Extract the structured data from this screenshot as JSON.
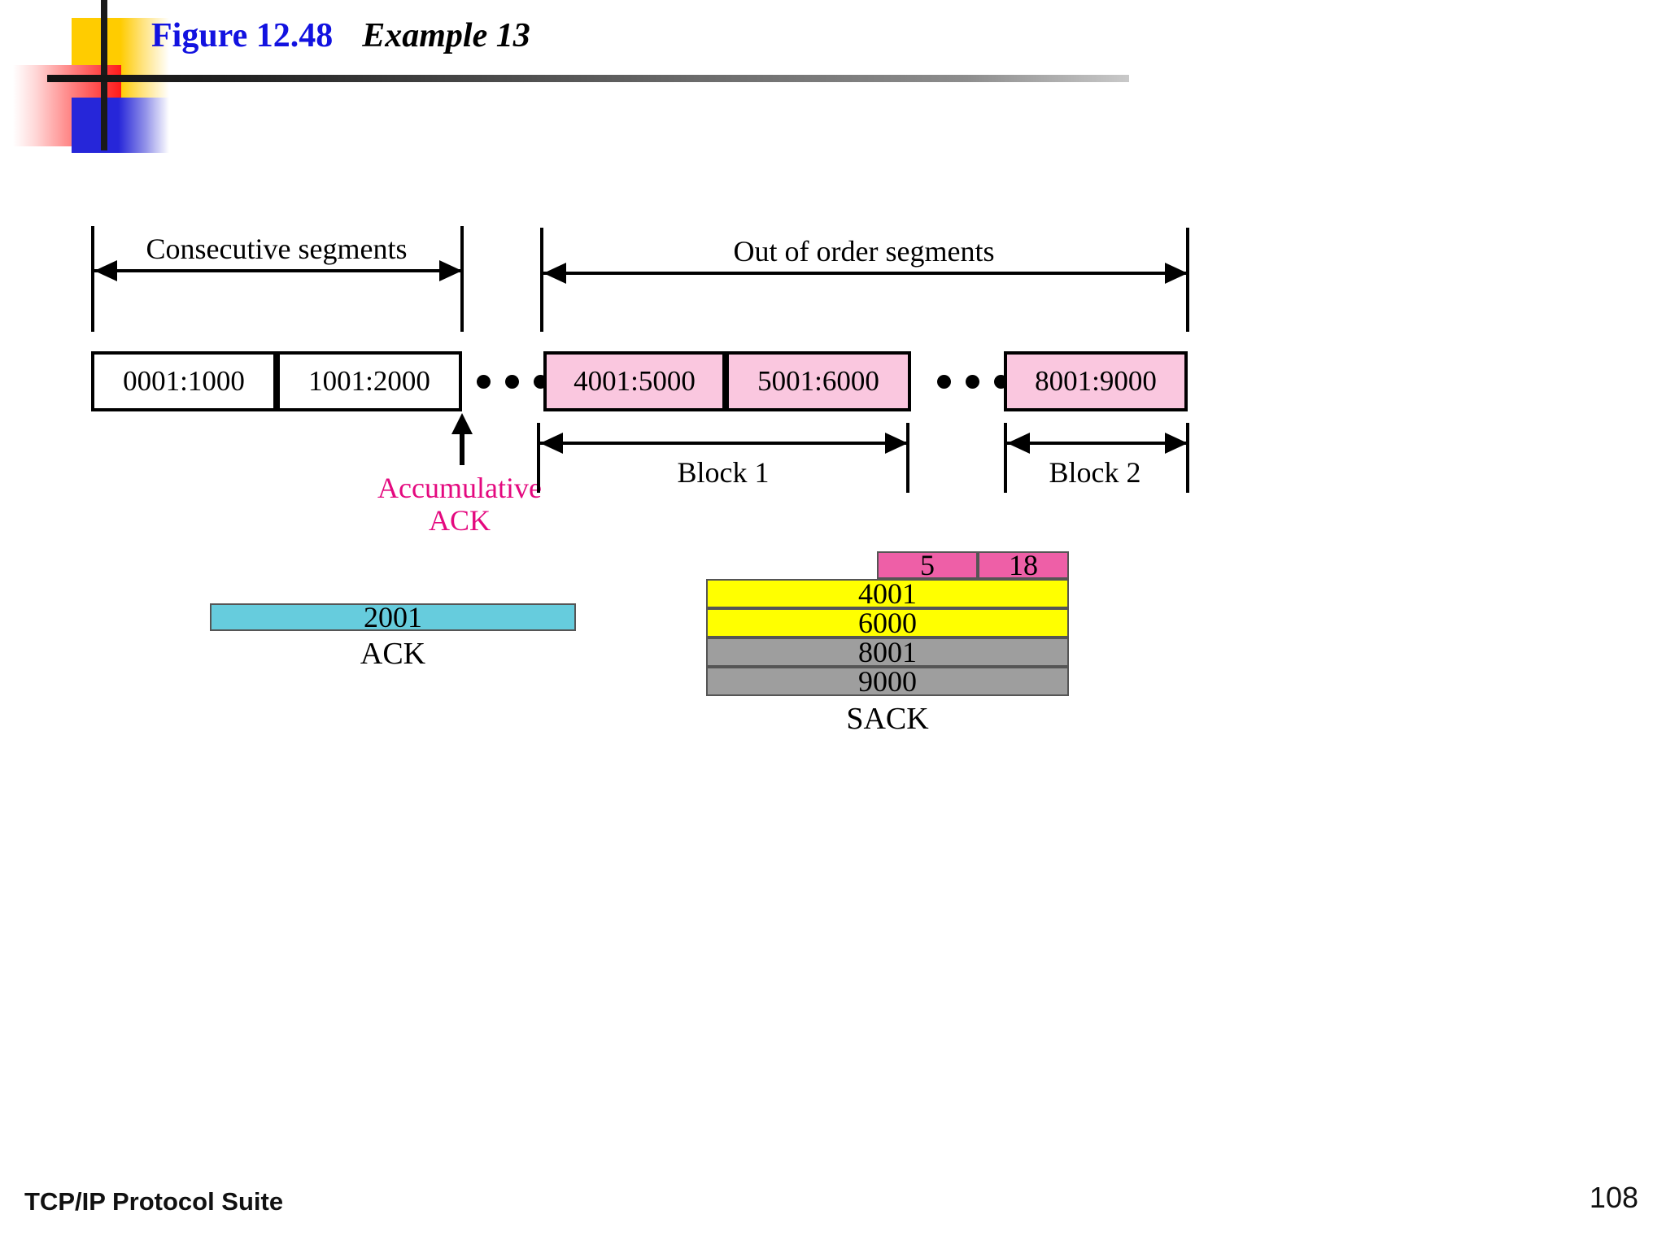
{
  "title": {
    "figure": "Figure 12.48",
    "subtitle": "Example 13",
    "color": "#1212e0"
  },
  "diagram": {
    "spans": [
      {
        "label": "Consecutive segments"
      },
      {
        "label": "Out of order segments"
      },
      {
        "label": "Block 1"
      },
      {
        "label": "Block 2"
      }
    ],
    "segments": [
      {
        "label": "0001:1000",
        "style": "white"
      },
      {
        "label": "1001:2000",
        "style": "white"
      },
      {
        "label": "4001:5000",
        "style": "pink"
      },
      {
        "label": "5001:6000",
        "style": "pink"
      },
      {
        "label": "8001:9000",
        "style": "pink"
      }
    ],
    "accumulative_ack": {
      "line1": "Accumulative",
      "line2": "ACK",
      "color": "#E4097F"
    },
    "ack_packet": {
      "value": "2001",
      "caption": "ACK",
      "color": "#66CCDD"
    },
    "sack_packet": {
      "caption": "SACK",
      "header_cells": [
        {
          "value": "5",
          "color": "#EE5FA7"
        },
        {
          "value": "18",
          "color": "#EE5FA7"
        }
      ],
      "rows": [
        {
          "value": "4001",
          "color": "#FFFF00"
        },
        {
          "value": "6000",
          "color": "#FFFF00"
        },
        {
          "value": "8001",
          "color": "#9E9E9E"
        },
        {
          "value": "9000",
          "color": "#9E9E9E"
        }
      ]
    }
  },
  "footer": {
    "title": "TCP/IP Protocol Suite",
    "page": "108"
  }
}
